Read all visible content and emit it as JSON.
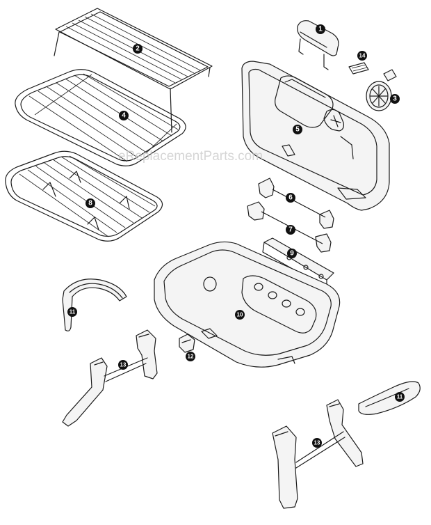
{
  "watermark": "eReplacementParts.com",
  "callouts": {
    "c1": "1",
    "c2": "2",
    "c3": "3",
    "c4": "4",
    "c5": "5",
    "c6": "6",
    "c7": "7",
    "c8": "8",
    "c9": "9",
    "c10": "10",
    "c11a": "11",
    "c11b": "11",
    "c12": "12",
    "c13a": "13",
    "c13b": "13",
    "c14": "14"
  }
}
